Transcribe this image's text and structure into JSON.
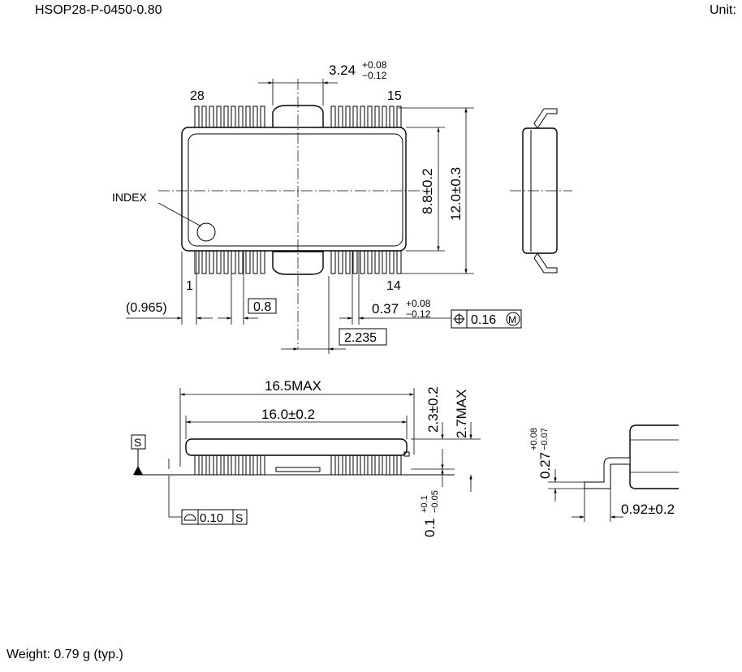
{
  "header": {
    "package_name": "HSOP28-P-0450-0.80",
    "unit_label": "Unit:"
  },
  "top_view": {
    "pin_28": "28",
    "pin_15": "15",
    "pin_1": "1",
    "pin_14": "14",
    "index_label": "INDEX",
    "fin_width": "3.24",
    "fin_width_tol_plus": "+0.08",
    "fin_width_tol_minus": "−0.12",
    "body_width": "8.8±0.2",
    "overall_width": "12.0±0.3",
    "edge_offset": "(0.965)",
    "pitch": "0.8",
    "lead_width": "0.37",
    "lead_width_tol_plus": "+0.08",
    "lead_width_tol_minus": "−0.12",
    "position_tolerance": "0.16",
    "position_modifier": "M",
    "fin_offset": "2.235"
  },
  "side_view": {
    "overall_length": "16.5MAX",
    "body_length": "16.0±0.2",
    "body_height": "2.3±0.2",
    "max_height": "2.7MAX",
    "seating_datum": "S",
    "standoff": "0.1",
    "standoff_tol_plus": "+0.1",
    "standoff_tol_minus": "−0.05",
    "coplanarity": "0.10",
    "coplanarity_datum": "S"
  },
  "lead_detail": {
    "lead_thickness": "0.27",
    "lead_thickness_tol_plus": "+0.08",
    "lead_thickness_tol_minus": "−0.07",
    "foot_length": "0.92±0.2"
  },
  "footer": {
    "weight": "Weight: 0.79 g (typ.)"
  }
}
